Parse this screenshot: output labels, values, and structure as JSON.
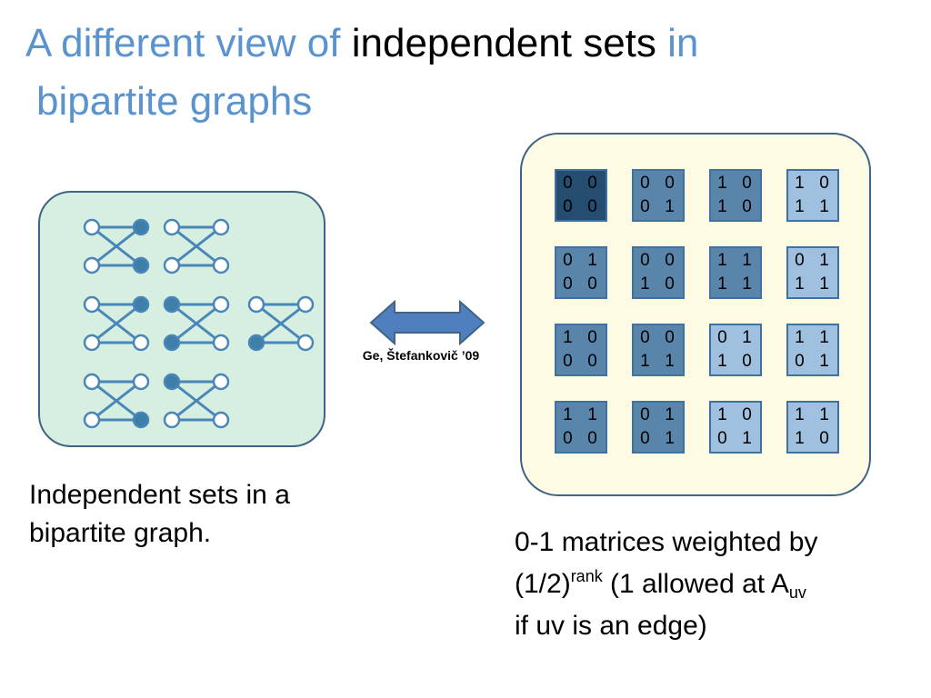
{
  "slide": {
    "title_part1": "A different view of ",
    "title_part2": "independent sets",
    "title_part3": " in",
    "title_line2": "bipartite graphs",
    "citation": "Ge, Štefankovič ’09",
    "caption_left": "Independent sets in a bipartite graph.",
    "caption_right": {
      "text1": "0-1 matrices weighted by",
      "text2": "(1/2)",
      "sup": "rank",
      "text3": " (1 allowed at A",
      "sub": "uv",
      "text4": "if uv is an edge)"
    }
  },
  "colors": {
    "title_accent": "#5b93cf",
    "graph_panel_bg": "#d6efe1",
    "matrix_panel_bg": "#fdfbe3",
    "panel_border": "#3f6486",
    "edge": "#4a86b8",
    "filled_vertex": "#3d7fa8",
    "arrow_fill": "#4f7fbf",
    "rank0": "#244d70",
    "rank1": "#5a85ab",
    "rank2": "#9fc0df"
  },
  "graphs": [
    {
      "tl": false,
      "tr": true,
      "bl": false,
      "br": true
    },
    {
      "tl": false,
      "tr": false,
      "bl": false,
      "br": false
    },
    {
      "tl": false,
      "tr": true,
      "bl": false,
      "br": false
    },
    {
      "tl": true,
      "tr": false,
      "bl": true,
      "br": false
    },
    {
      "tl": false,
      "tr": false,
      "bl": true,
      "br": false
    },
    {
      "tl": false,
      "tr": false,
      "bl": false,
      "br": true
    },
    {
      "tl": true,
      "tr": false,
      "bl": false,
      "br": false
    }
  ],
  "matrices": [
    {
      "rows": [
        "0  0",
        "0  0"
      ],
      "rank": 0
    },
    {
      "rows": [
        "0  0",
        "0  1"
      ],
      "rank": 1
    },
    {
      "rows": [
        "1  0",
        "1  0"
      ],
      "rank": 1
    },
    {
      "rows": [
        "1  0",
        "1  1"
      ],
      "rank": 2
    },
    {
      "rows": [
        "0  1",
        "0  0"
      ],
      "rank": 1
    },
    {
      "rows": [
        "0  0",
        "1  0"
      ],
      "rank": 1
    },
    {
      "rows": [
        "1  1",
        "1  1"
      ],
      "rank": 1
    },
    {
      "rows": [
        "0  1",
        "1  1"
      ],
      "rank": 2
    },
    {
      "rows": [
        "1  0",
        "0  0"
      ],
      "rank": 1
    },
    {
      "rows": [
        "0  0",
        "1  1"
      ],
      "rank": 1
    },
    {
      "rows": [
        "0  1",
        "1  0"
      ],
      "rank": 2
    },
    {
      "rows": [
        "1  1",
        "0  1"
      ],
      "rank": 2
    },
    {
      "rows": [
        "1  1",
        "0  0"
      ],
      "rank": 1
    },
    {
      "rows": [
        "0  1",
        "0  1"
      ],
      "rank": 1
    },
    {
      "rows": [
        "1  0",
        "0  1"
      ],
      "rank": 2
    },
    {
      "rows": [
        "1  1",
        "1  0"
      ],
      "rank": 2
    }
  ]
}
